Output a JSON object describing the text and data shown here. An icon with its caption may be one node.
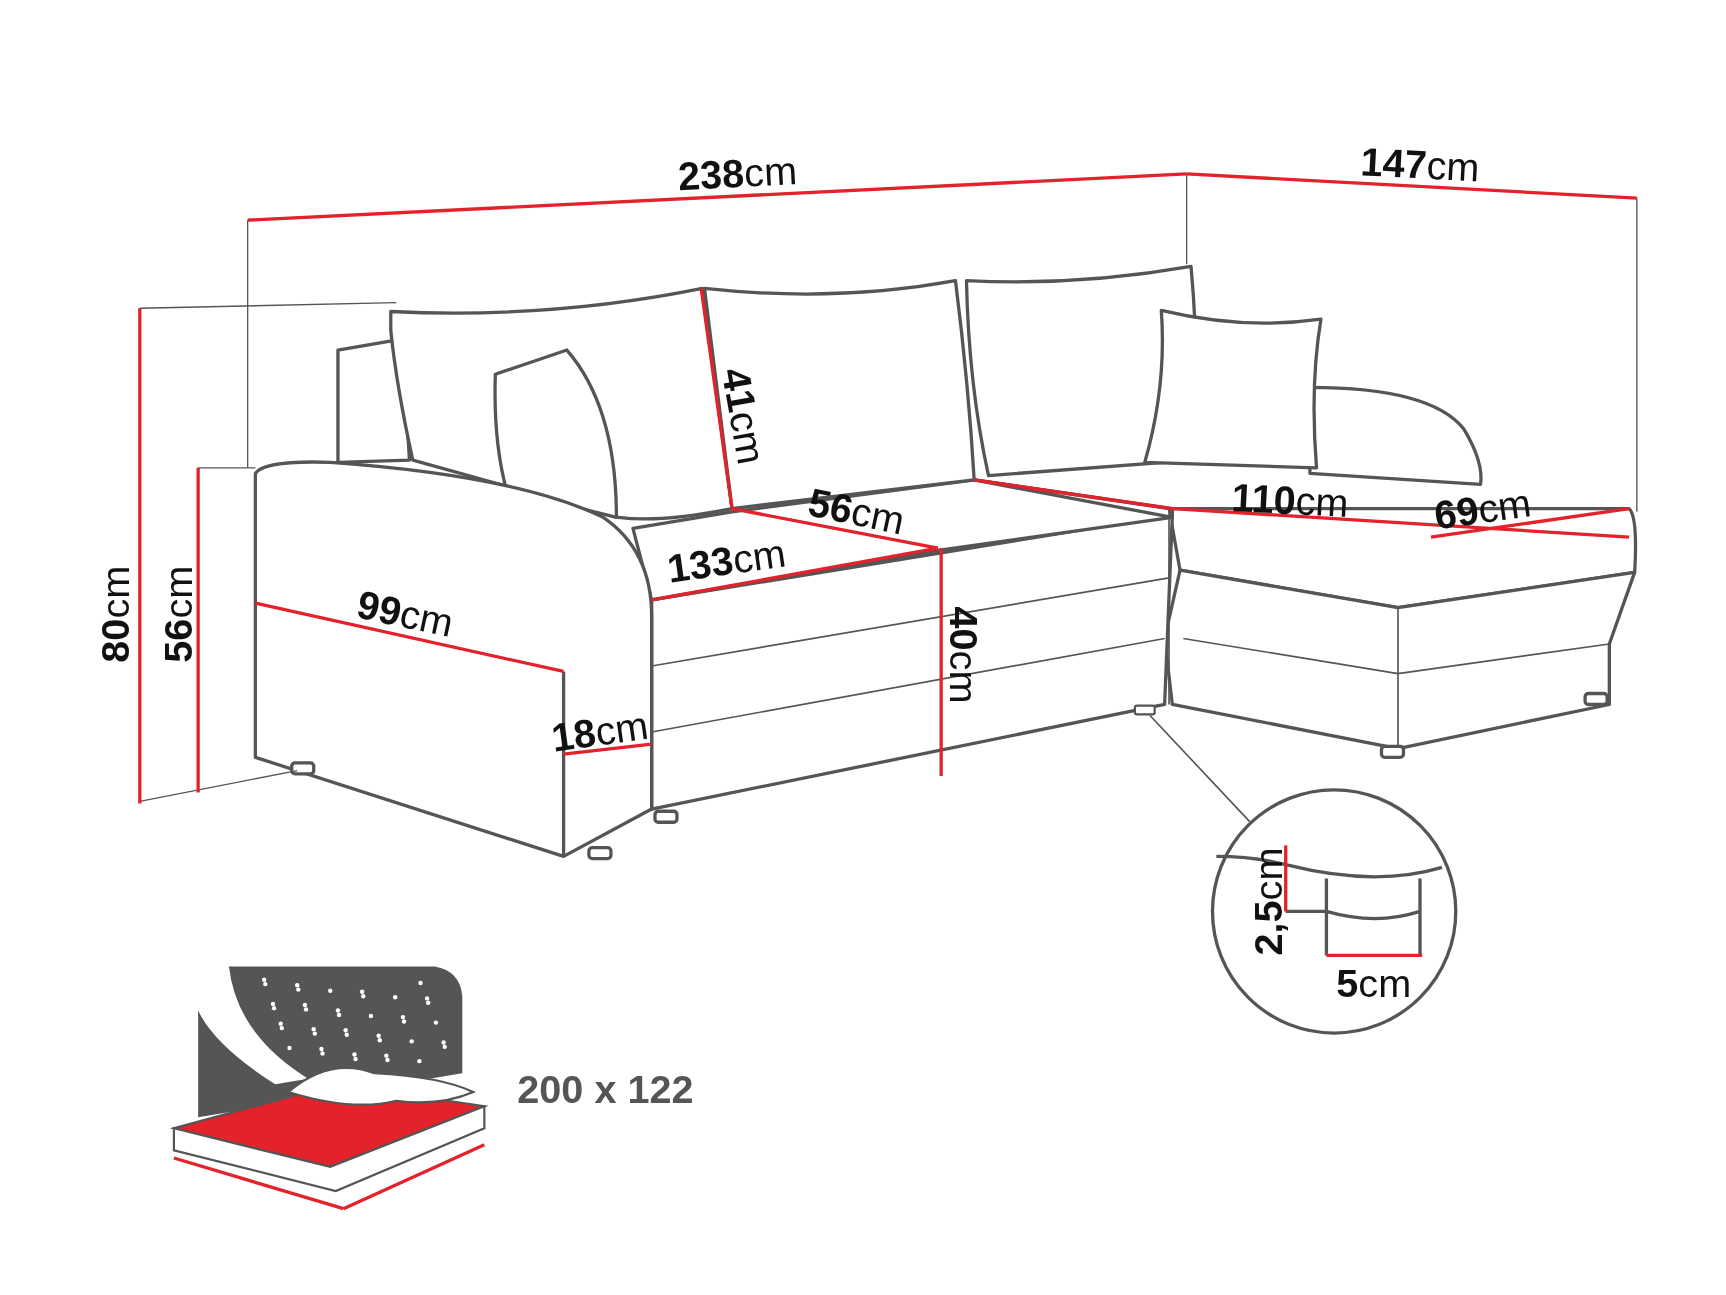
{
  "diagram": {
    "nodes": [
      {
        "text": [
          "**2,5**cm",
          "**5**cm"
        ]
      },
      {
        "text": [],
        "shape": "box"
      }
    ],
    "edges": [
      {
        "from": 0,
        "to": 1,
        "arrow": "none"
      }
    ],
    "labels": [
      "**238**cm",
      "**147**cm",
      "**41**cm",
      "**56**cm",
      "**110**cm",
      "**69**cm",
      "**133**cm",
      "**99**cm",
      "**40**cm",
      "**18**cm",
      "**80**cm",
      "**56**cm",
      "200 x 122"
    ]
  }
}
